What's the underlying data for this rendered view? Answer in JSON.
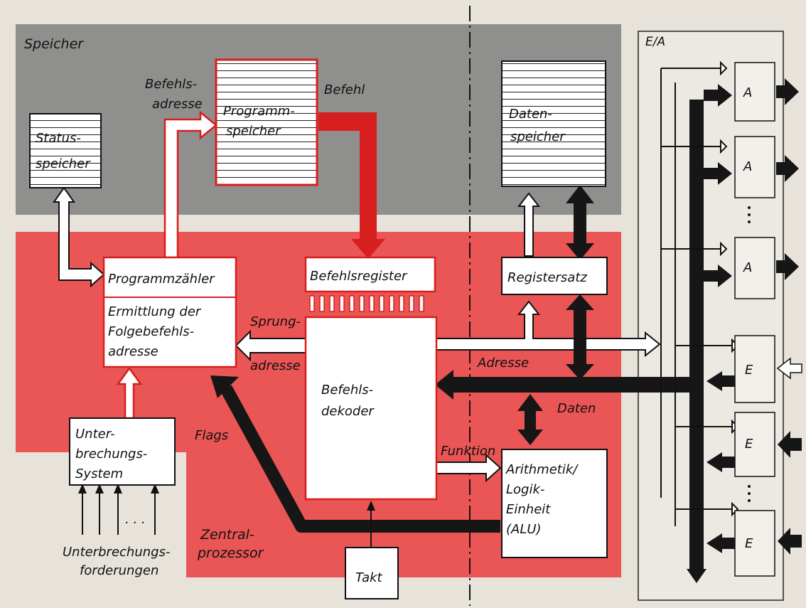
{
  "regions": {
    "speicher": "Speicher",
    "ea": "E/A",
    "zentralprozessor": [
      "Zentral-",
      "prozessor"
    ]
  },
  "blocks": {
    "status": [
      "Status-",
      "speicher"
    ],
    "programmspeicher": [
      "Programm-",
      "speicher"
    ],
    "datenspeicher": [
      "Daten-",
      "speicher"
    ],
    "programmzaehler": "Programmzähler",
    "ermittlung": [
      "Ermittlung der",
      "Folgebefehls-",
      "adresse"
    ],
    "befehlsregister": "Befehlsregister",
    "befehlsdekoder": [
      "Befehls-",
      "dekoder"
    ],
    "registersatz": "Registersatz",
    "alu": [
      "Arithmetik/",
      "Logik-",
      "Einheit",
      "(ALU)"
    ],
    "unterbrechung": [
      "Unter-",
      "brechungs-",
      "System"
    ],
    "takt": "Takt",
    "outputs": [
      "A",
      "A",
      "A"
    ],
    "inputs": [
      "E",
      "E",
      "E"
    ],
    "ellipsis_v": "·\n·\n·"
  },
  "labels": {
    "befehlsadresse": [
      "Befehls-",
      "adresse"
    ],
    "befehl": "Befehl",
    "sprungadresse": [
      "Sprung-",
      "adresse"
    ],
    "adresse": "Adresse",
    "daten": "Daten",
    "flags": "Flags",
    "funktion": "Funktion",
    "interrupt_dots": ". . .",
    "interrupt_requests": [
      "Unterbrechungs-",
      "forderungen"
    ]
  },
  "colors": {
    "memory_bg": "#8f8f8d",
    "cpu_bg": "#ea5555",
    "paper": "#e7e3da",
    "box_red": "#d81e1e",
    "bus_dark": "#161616"
  }
}
